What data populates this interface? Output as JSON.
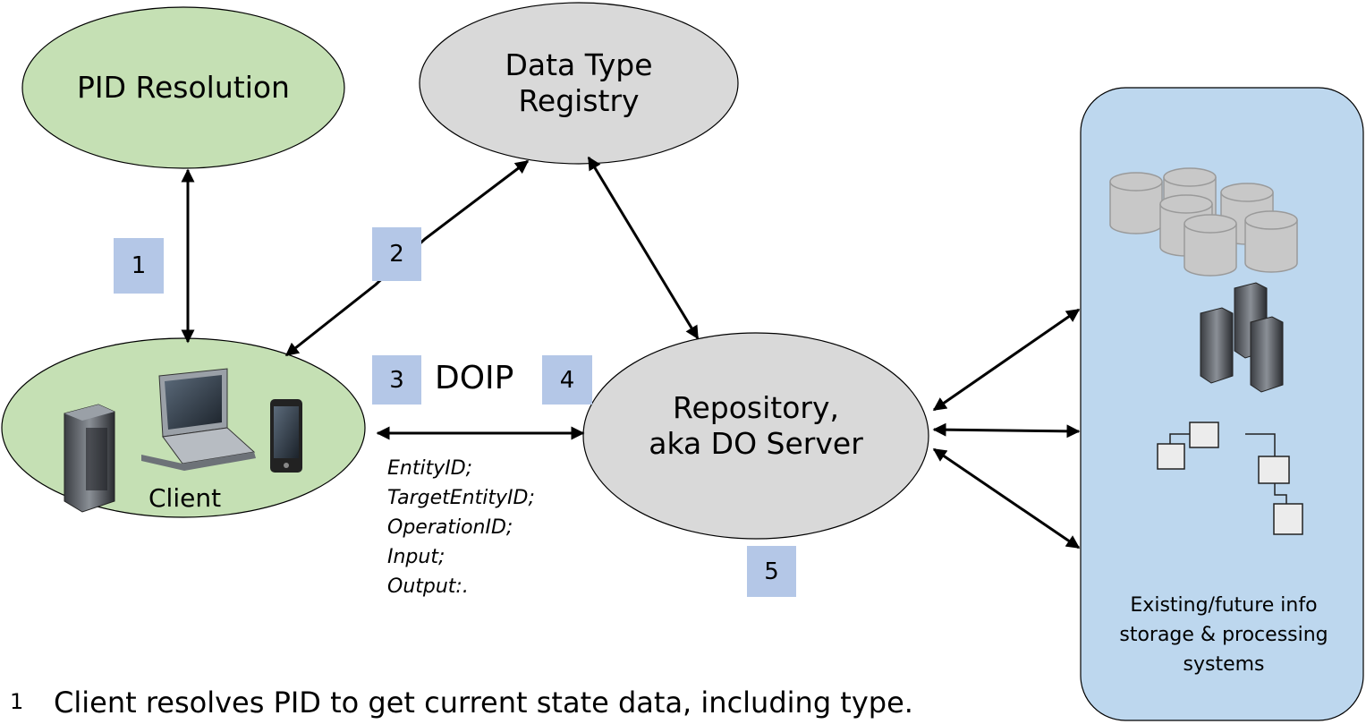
{
  "nodes": {
    "pid_resolution": "PID Resolution",
    "data_type_registry": "Data Type\nRegistry",
    "client": "Client",
    "repository": "Repository,\naka DO Server",
    "storage": "Existing/future info\nstorage & processing\nsystems"
  },
  "protocol": "DOIP",
  "badges": [
    "1",
    "2",
    "3",
    "4",
    "5"
  ],
  "params": [
    "EntityID;",
    "TargetEntityID;",
    "OperationID;",
    "Input;",
    "Output:."
  ],
  "footnote": {
    "number": "1",
    "text": "Client resolves PID to get current state data, including type."
  },
  "colors": {
    "green": "#c5e0b4",
    "gray": "#d9d9d9",
    "blue_panel": "#bdd7ee",
    "badge": "#b4c7e7"
  },
  "icons": [
    "server-icon",
    "laptop-icon",
    "phone-icon",
    "database-icon",
    "server-cluster-icon",
    "tree-icon"
  ]
}
